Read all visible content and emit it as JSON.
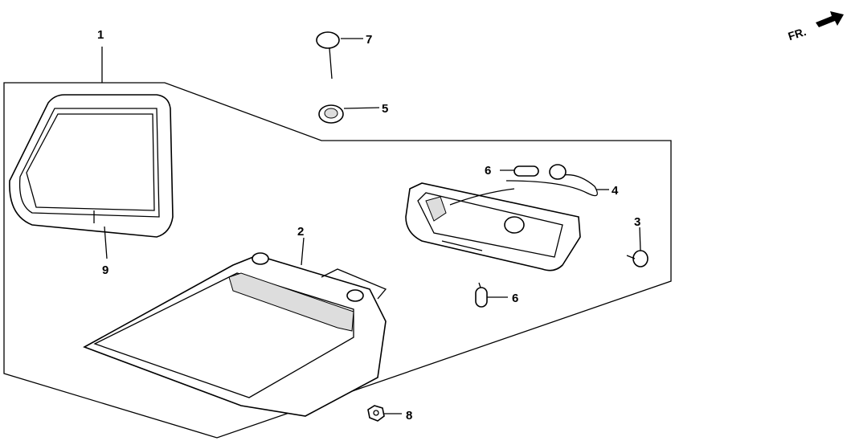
{
  "diagram": {
    "direction_indicator": "FR.",
    "callouts": [
      {
        "id": "1",
        "part": "assembly"
      },
      {
        "id": "2",
        "part": "housing"
      },
      {
        "id": "3",
        "part": "bulb-socket"
      },
      {
        "id": "4",
        "part": "wire-harness-socket"
      },
      {
        "id": "5",
        "part": "grommet"
      },
      {
        "id": "6",
        "part": "bulb-upper"
      },
      {
        "id": "6",
        "part": "bulb-lower"
      },
      {
        "id": "7",
        "part": "screw"
      },
      {
        "id": "8",
        "part": "nut"
      },
      {
        "id": "9",
        "part": "lens-gasket"
      }
    ]
  }
}
